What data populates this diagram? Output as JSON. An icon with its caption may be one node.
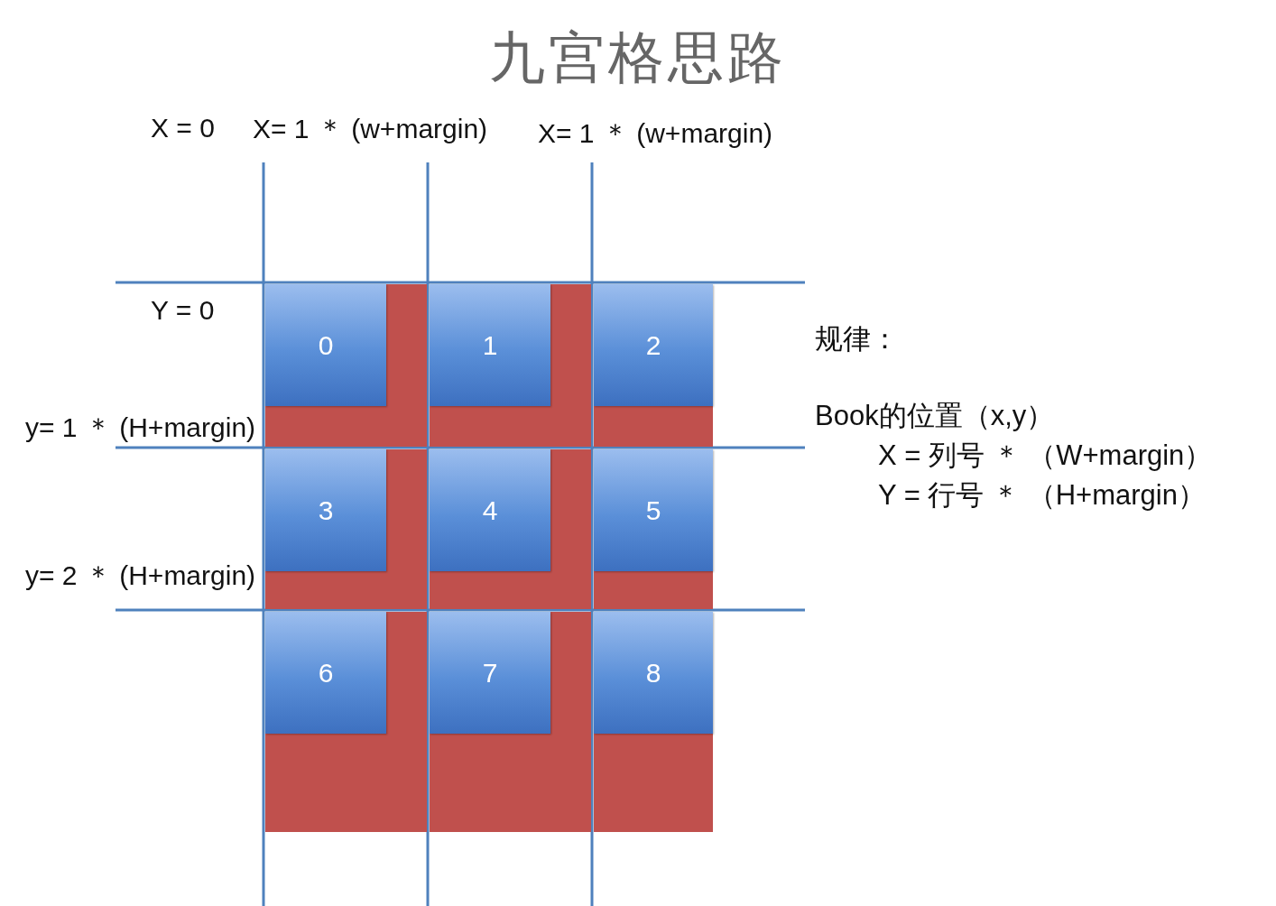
{
  "diagram": {
    "title": "九宫格思路",
    "nodes": [
      {
        "text": [],
        "shape": "box"
      },
      {
        "text": [
          "0"
        ],
        "in": 0
      },
      {
        "text": [],
        "shape": "box"
      },
      {
        "text": [
          "1"
        ],
        "in": 2
      },
      {
        "text": [],
        "shape": "box"
      },
      {
        "text": [
          "2"
        ],
        "in": 4
      },
      {
        "text": [],
        "shape": "box"
      },
      {
        "text": [
          "3"
        ],
        "in": 6
      },
      {
        "text": [],
        "shape": "box"
      },
      {
        "text": [
          "4"
        ],
        "in": 8
      },
      {
        "text": [],
        "shape": "box"
      },
      {
        "text": [
          "5"
        ],
        "in": 10
      },
      {
        "text": [],
        "shape": "box"
      },
      {
        "text": [
          "6"
        ],
        "in": 12
      },
      {
        "text": [],
        "shape": "box"
      },
      {
        "text": [
          "7"
        ],
        "in": 14
      },
      {
        "text": [],
        "shape": "box"
      },
      {
        "text": [
          "8"
        ],
        "in": 16
      }
    ],
    "edges": [],
    "labels": [
      "X = 0",
      "X= 1 ＊ (w+margin)",
      "X= 1 ＊ (w+margin)",
      "Y = 0",
      "y= 1 ＊ (H+margin)",
      "规律：",
      "Book的位置（x,y）",
      "X = 列号 ＊ （W+margin）",
      "Y = 行号 ＊ （H+margin）",
      "y= 2 ＊ (H+margin)"
    ]
  }
}
